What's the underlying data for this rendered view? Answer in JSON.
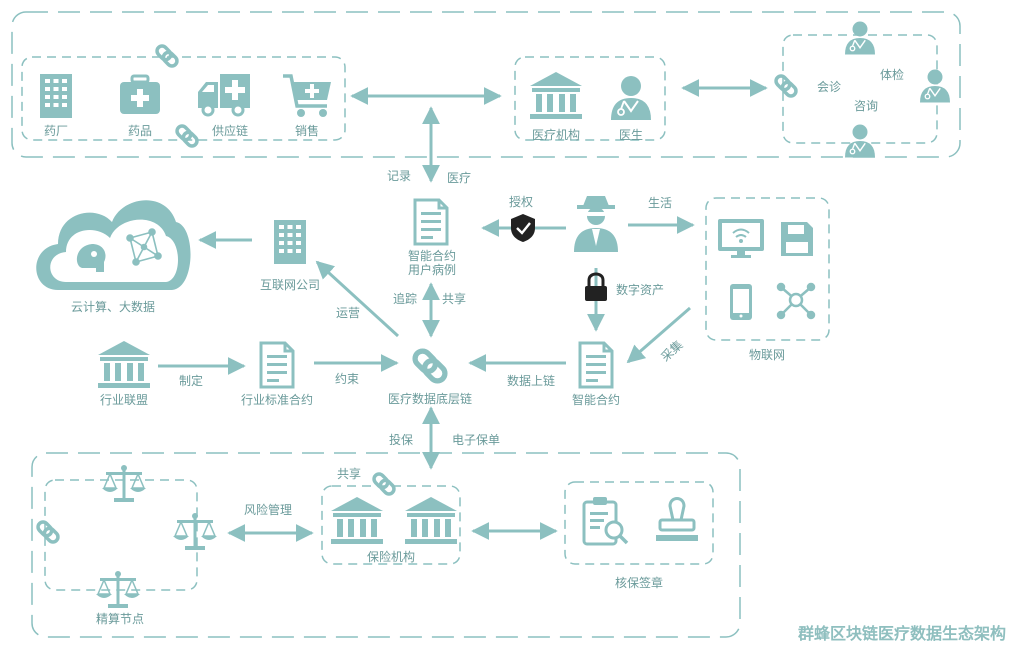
{
  "colors": {
    "primary": "#8cc0c0",
    "dark": "#222222",
    "text": "#6a9a9a"
  },
  "top": {
    "supply": {
      "pharma_factory": "药厂",
      "medicine": "药品",
      "supply_chain": "供应链",
      "sales": "销售"
    },
    "institution": {
      "medical_institution": "医疗机构",
      "doctor": "医生"
    },
    "services": {
      "consultation": "会诊",
      "checkup": "体检",
      "inquiry": "咨询"
    }
  },
  "middle": {
    "record": "记录",
    "medical": "医疗",
    "authorize": "授权",
    "life": "生活",
    "smart_contract_case": "智能合约\n用户病例",
    "cloud": "云计算、大数据",
    "internet_company": "互联网公司",
    "operation": "运营",
    "trace": "追踪",
    "share": "共享",
    "digital_assets": "数字资产",
    "iot": "物联网",
    "collect": "采集",
    "industry_alliance": "行业联盟",
    "formulate": "制定",
    "industry_standard_contract": "行业标准合约",
    "constraint": "约束",
    "chain": "医疗数据底层链",
    "data_on_chain": "数据上链",
    "smart_contract": "智能合约"
  },
  "bottom": {
    "insure": "投保",
    "e_policy": "电子保单",
    "share": "共享",
    "risk_management": "风险管理",
    "insurance_institution": "保险机构",
    "actuarial_node": "精算节点",
    "underwriting_seal": "核保签章"
  },
  "footer_title": "群蜂区块链医疗数据生态架构",
  "icons": [
    "building-icon",
    "medkit-icon",
    "ambulance-icon",
    "cart-icon",
    "bank-icon",
    "doctor-icon",
    "chain-icon",
    "document-icon",
    "shield-check-icon",
    "hacker-icon",
    "lock-icon",
    "cloud-icon",
    "monitor-icon",
    "floppy-icon",
    "phone-icon",
    "network-icon",
    "scale-icon",
    "clipboard-icon",
    "stamp-icon"
  ]
}
